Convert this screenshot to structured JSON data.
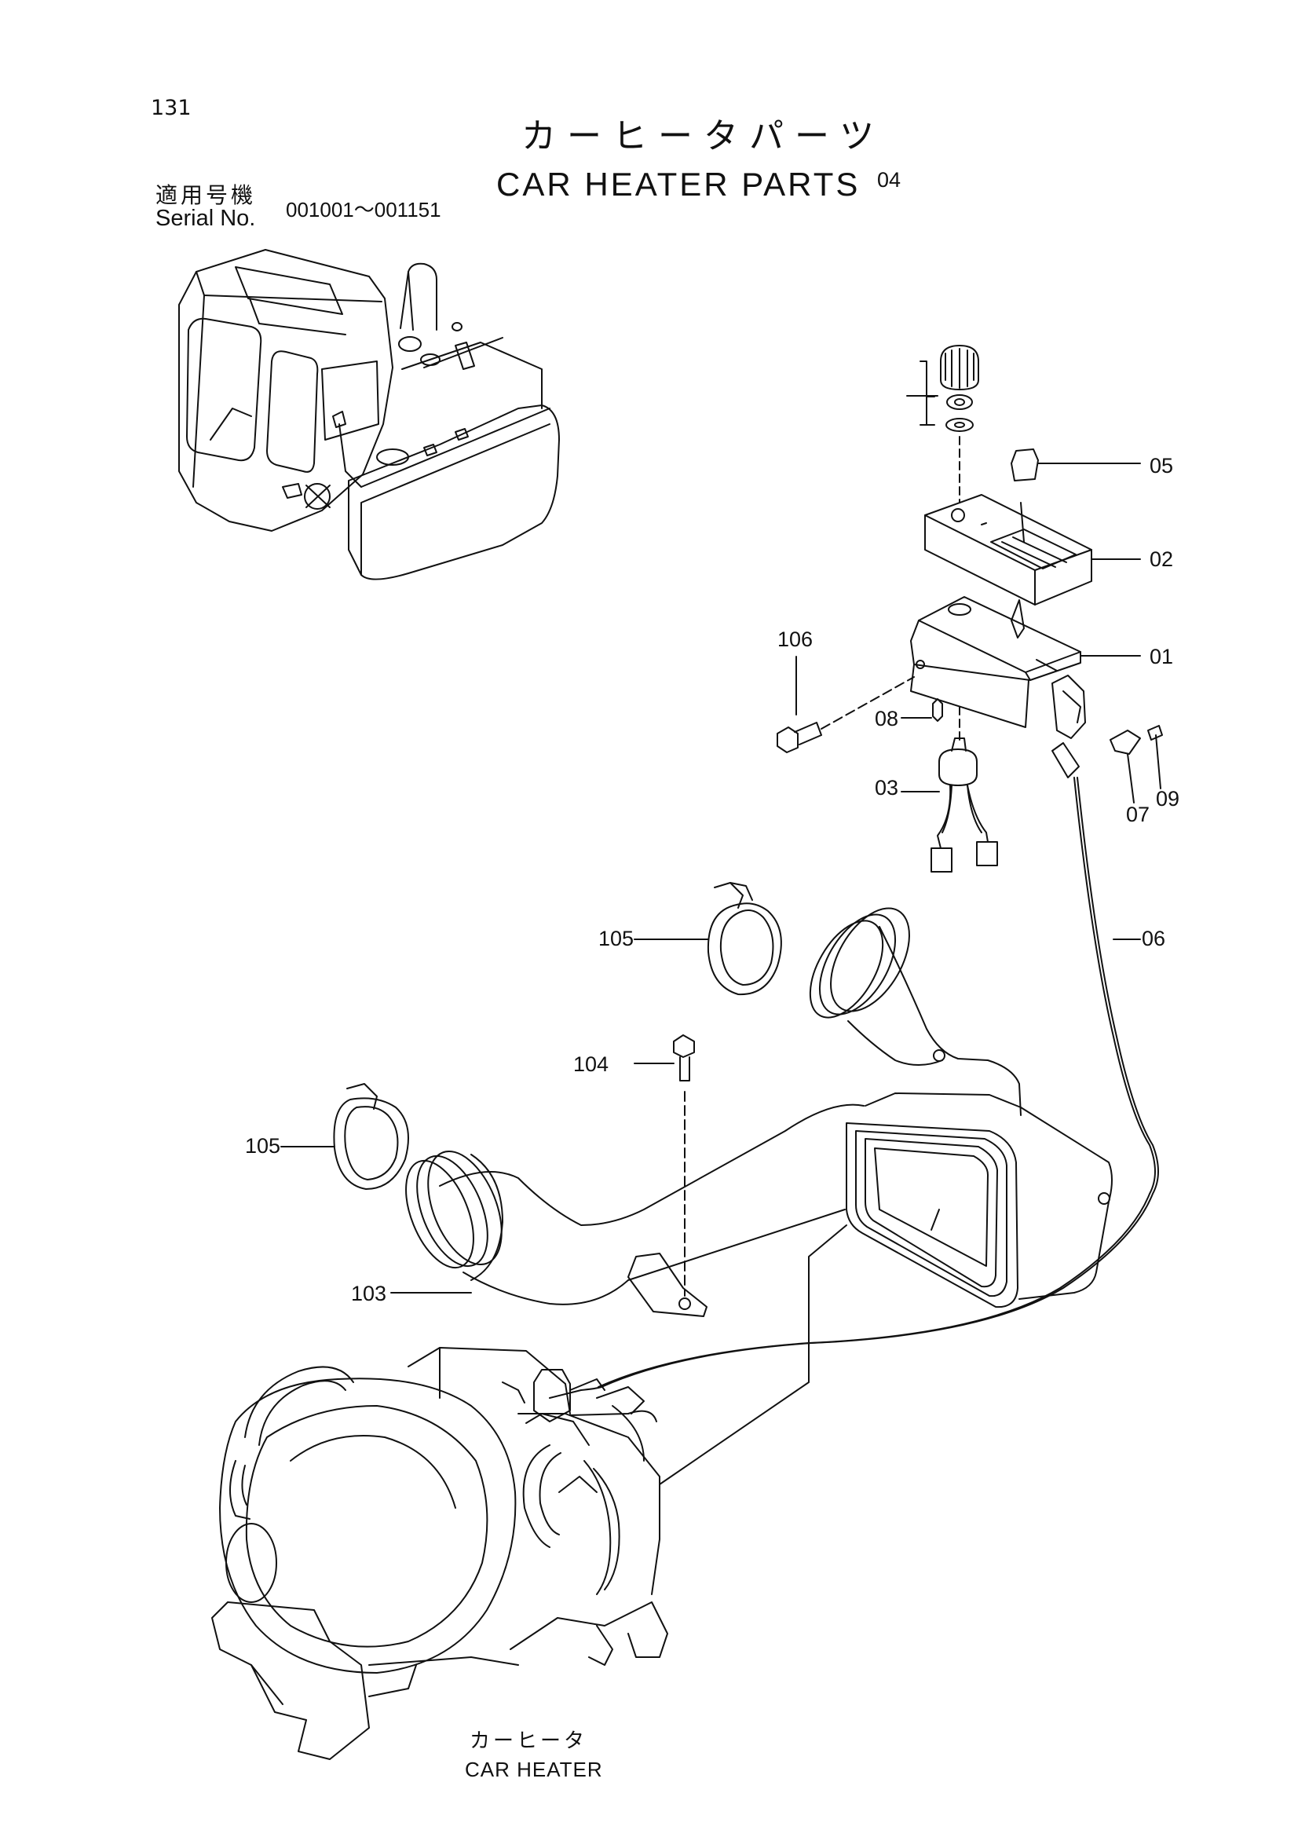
{
  "page": {
    "number": "131",
    "title_jp": "カーヒータパーツ",
    "title_en": "CAR HEATER PARTS",
    "serial_label_jp": "適用号機",
    "serial_label_en": "Serial No.",
    "serial_range": "001001～001151"
  },
  "callouts": {
    "c01": "01",
    "c02": "02",
    "c03": "03",
    "c04": "04",
    "c05": "05",
    "c06": "06",
    "c07": "07",
    "c08": "08",
    "c09": "09",
    "c103": "103",
    "c104": "104",
    "c105a": "105",
    "c105b": "105",
    "c106": "106"
  },
  "note": {
    "label_jp": "カーヒータ",
    "label_en": "CAR HEATER"
  },
  "colors": {
    "ink": "#111111",
    "paper": "#ffffff"
  }
}
